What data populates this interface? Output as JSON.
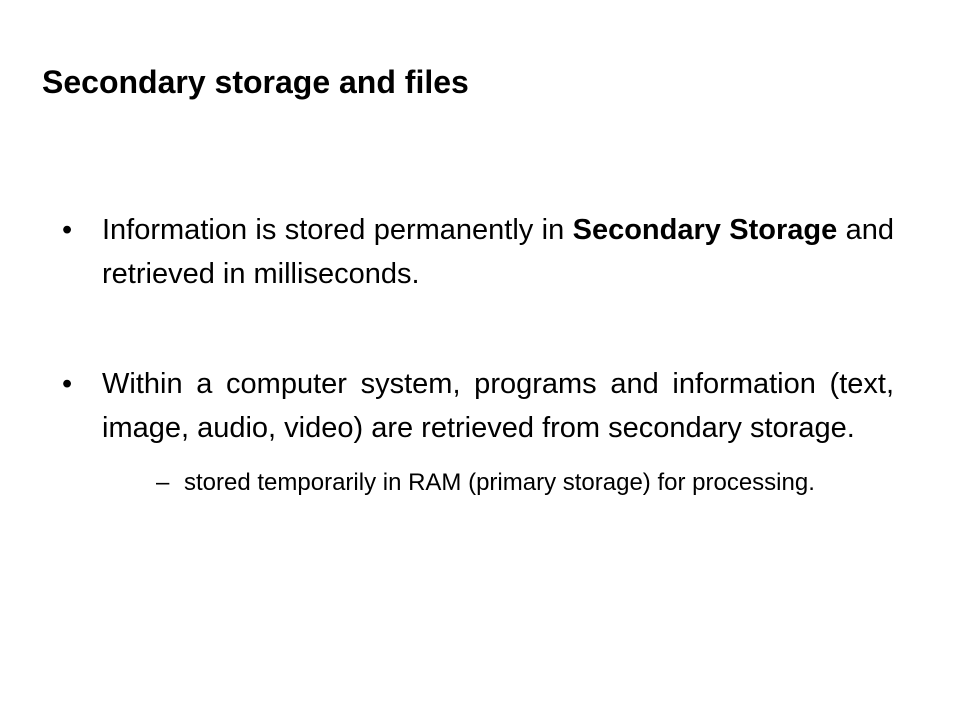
{
  "slide": {
    "title": "Secondary storage and files",
    "bullets": [
      {
        "marker": "•",
        "text_1": "Information is stored permanently in ",
        "bold": "Secondary Storage",
        "text_2": " and retrieved in milliseconds."
      },
      {
        "marker": "•",
        "text": "Within a computer system, programs and information (text, image, audio, video) are retrieved from secondary storage.",
        "sub": {
          "marker": "–",
          "text": "stored temporarily in RAM (primary storage) for processing."
        }
      }
    ]
  }
}
